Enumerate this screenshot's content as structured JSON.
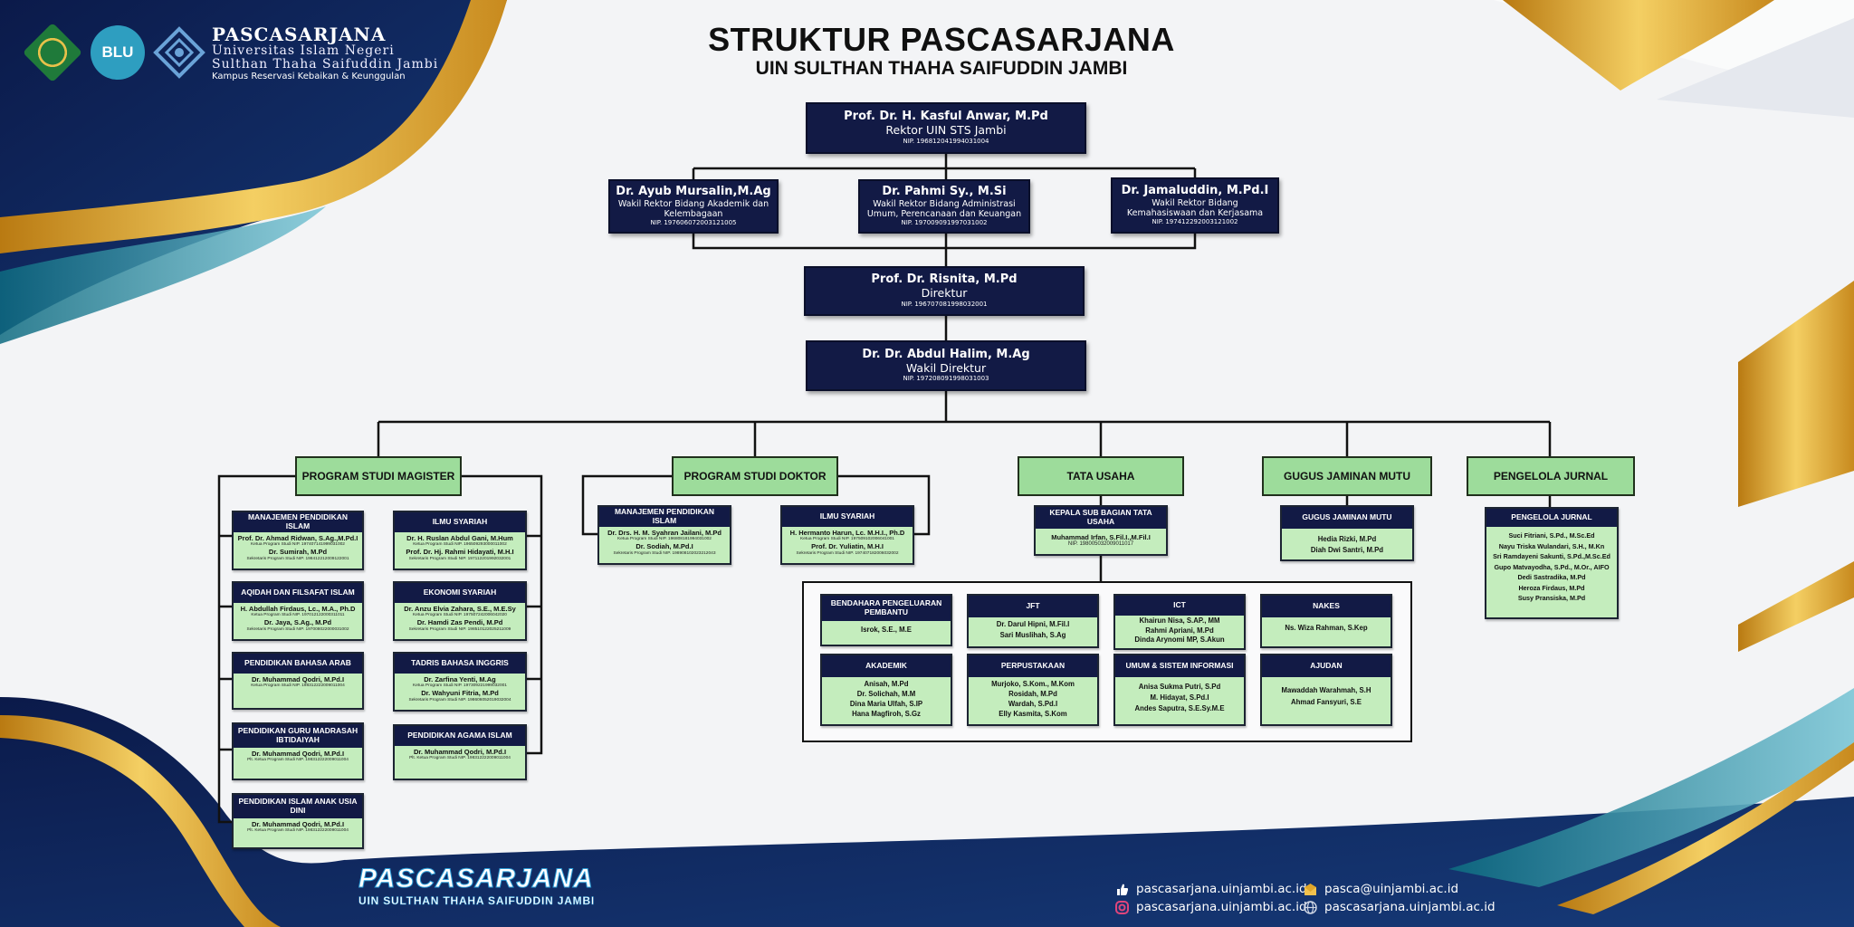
{
  "header": {
    "logo_line1": "PASCASARJANA",
    "logo_line2": "Universitas Islam Negeri",
    "logo_line3": "Sulthan Thaha Saifuddin Jambi",
    "logo_line4": "Kampus Reservasi Kebaikan & Keunggulan",
    "blu_text": "BLU",
    "title": "STRUKTUR PASCASARJANA",
    "subtitle": "UIN SULTHAN THAHA SAIFUDDIN JAMBI"
  },
  "leaders": {
    "rektor": {
      "name": "Prof. Dr. H. Kasful Anwar, M.Pd",
      "role": "Rektor UIN STS Jambi",
      "nip": "NIP. 196812041994031004"
    },
    "wr1": {
      "name": "Dr. Ayub Mursalin,M.Ag",
      "role": "Wakil Rektor Bidang Akademik dan Kelembagaan",
      "nip": "NIP. 197606072003121005"
    },
    "wr2": {
      "name": "Dr. Pahmi Sy., M.Si",
      "role": "Wakil Rektor Bidang Administrasi Umum, Perencanaan dan Keuangan",
      "nip": "NIP. 197009091997031002"
    },
    "wr3": {
      "name": "Dr. Jamaluddin, M.Pd.I",
      "role": "Wakil Rektor Bidang Kemahasiswaan dan Kerjasama",
      "nip": "NIP. 197412292003121002"
    },
    "direktur": {
      "name": "Prof. Dr. Risnita, M.Pd",
      "role": "Direktur",
      "nip": "NIP. 196707081998032001"
    },
    "wadir": {
      "name": "Dr. Dr. Abdul Halim, M.Ag",
      "role": "Wakil Direktur",
      "nip": "NIP. 197208091998031003"
    }
  },
  "units": {
    "magister": "PROGRAM STUDI MAGISTER",
    "doktor": "PROGRAM STUDI DOKTOR",
    "tata_usaha": "TATA USAHA",
    "gjm": "GUGUS JAMINAN MUTU",
    "jurnal": "PENGELOLA JURNAL"
  },
  "magister": [
    {
      "title": "MANAJEMEN PENDIDIKAN ISLAM",
      "p1": "Prof. Dr. Ahmad Ridwan, S.Ag.,M.Pd.I",
      "k1": "Ketua Program Studi        NIP. 197407141999031002",
      "p2": "Dr. Sumirah, M.Pd",
      "k2": "Sekretaris Program Studi     NIP. 198412212009122001"
    },
    {
      "title": "ILMU SYARIAH",
      "p1": "Dr. H. Ruslan Abdul Gani, M.Hum",
      "k1": "Ketua Program Studi        NIP. 196509293000011002",
      "p2": "Prof. Dr. Hj. Rahmi Hidayati, M.H.I",
      "k2": "Sekretaris Program Studi     NIP. 197112201992032001"
    },
    {
      "title": "AQIDAH DAN FILSAFAT ISLAM",
      "p1": "H. Abdullah Firdaus, Lc., M.A., Ph.D",
      "k1": "Ketua Program Studi        NIP. 197012122000311011",
      "p2": "Dr. Jaya, S.Ag., M.Pd",
      "k2": "Sekretaris Program Studi     NIP. 197008022000031002"
    },
    {
      "title": "EKONOMI SYARIAH",
      "p1": "Dr. Anzu Elvia Zahara, S.E., M.E.Sy",
      "k1": "Ketua Program Studi        NIP. 197507242006042020",
      "p2": "Dr. Hamdi Zas Pendi, M.Pd",
      "k2": "Sekretaris Program Studi     NIP. 198510122025211009"
    },
    {
      "title": "PENDIDIKAN BAHASA ARAB",
      "p1": "Dr. Muhammad Qodri, M.Pd.I",
      "k1": "Ketua Program Studi        NIP. 198312222009011004",
      "p2": "",
      "k2": ""
    },
    {
      "title": "TADRIS BAHASA INGGRIS",
      "p1": "Dr. Zarfina Yenti, M.Ag",
      "k1": "Ketua Program Studi        NIP. 197309221999032001",
      "p2": "Dr. Wahyuni Fitria, M.Pd",
      "k2": "Sekretaris Program Studi     NIP. 198606052019032004"
    },
    {
      "title": "PENDIDIKAN GURU MADRASAH IBTIDAIYAH",
      "p1": "Dr. Muhammad Qodri, M.Pd.I",
      "k1": "Plt. Ketua Program Studi     NIP. 198312222009011004",
      "p2": "",
      "k2": ""
    },
    {
      "title": "PENDIDIKAN AGAMA ISLAM",
      "p1": "Dr. Muhammad Qodri, M.Pd.I",
      "k1": "Plt. Ketua Program Studi     NIP. 198312222009011004",
      "p2": "",
      "k2": ""
    },
    {
      "title": "PENDIDIKAN ISLAM ANAK USIA DINI",
      "p1": "Dr. Muhammad Qodri, M.Pd.I",
      "k1": "Plt. Ketua Program Studi     NIP. 198312222009011004",
      "p2": "",
      "k2": ""
    }
  ],
  "doktor": [
    {
      "title": "MANAJEMEN PENDIDIKAN ISLAM",
      "p1": "Dr. Drs. H. M. Syahran Jailani, M.Pd",
      "k1": "Ketua Program Studi        NIP. 196808181994031002",
      "p2": "Dr. Sodiah, M.Pd.I",
      "k2": "Sekretaris Program Studi     NIP. 198908102023212043"
    },
    {
      "title": "ILMU SYARIAH",
      "p1": "H. Hermanto Harun, Lc. M.H.I., Ph.D",
      "k1": "Ketua Program Studi        NIP. 197509102006041001",
      "p2": "Prof. Dr. Yuliatin, M.H.I",
      "k2": "Sekretaris Program Studi     NIP. 197407182006032002"
    }
  ],
  "tata_usaha_head": {
    "title": "KEPALA SUB BAGIAN TATA USAHA",
    "name": "Muhammad Irfan, S.Fil.I.,M.Fil.I",
    "nip": "NIP. 198005032009011017"
  },
  "tata_usaha_units": [
    {
      "title": "BENDAHARA PENGELUARAN PEMBANTU",
      "names": [
        "Isrok, S.E., M.E"
      ]
    },
    {
      "title": "JFT",
      "names": [
        "Dr. Darul Hipni, M.Fil.I",
        "Sari Muslihah, S.Ag"
      ]
    },
    {
      "title": "ICT",
      "names": [
        "Khairun Nisa, S.AP., MM",
        "Rahmi Apriani, M.Pd",
        "Dinda Arynomi MP, S.Akun"
      ]
    },
    {
      "title": "NAKES",
      "names": [
        "Ns. Wiza Rahman, S.Kep"
      ]
    },
    {
      "title": "AKADEMIK",
      "names": [
        "Anisah, M.Pd",
        "Dr. Solichah, M.M",
        "Dina Maria Ulfah, S.IP",
        "Hana Magfiroh, S.Gz"
      ]
    },
    {
      "title": "PERPUSTAKAAN",
      "names": [
        "Murjoko, S.Kom., M.Kom",
        "Rosidah, M.Pd",
        "Wardah, S.Pd.I",
        "Elly Kasmita, S.Kom"
      ]
    },
    {
      "title": "UMUM & SISTEM INFORMASI",
      "names": [
        "Anisa Sukma Putri, S.Pd",
        "M. Hidayat, S.Pd.I",
        "Andes Saputra, S.E.Sy.M.E"
      ]
    },
    {
      "title": "AJUDAN",
      "names": [
        "Mawaddah Warahmah, S.H",
        "Ahmad Fansyuri, S.E"
      ]
    }
  ],
  "gjm_box": {
    "title": "GUGUS JAMINAN MUTU",
    "names": [
      "Hedia Rizki, M.Pd",
      "Diah Dwi Santri, M.Pd"
    ]
  },
  "jurnal_box": {
    "title": "PENGELOLA JURNAL",
    "names": [
      "Suci Fitriani, S.Pd., M.Sc.Ed",
      "Nayu Triska Wulandari, S.H., M.Kn",
      "Sri Ramdayeni Sakunti, S.Pd.,M.Sc.Ed",
      "Gupo Matvayodha, S.Pd., M.Or., AIFO",
      "Dedi Sastradika, M.Pd",
      "Heroza Firdaus, M.Pd",
      "Susy Pransiska, M.Pd"
    ]
  },
  "footer": {
    "brand": "PASCASARJANA",
    "brand_sub": "UIN SULTHAN THAHA SAIFUDDIN JAMBI",
    "facebook": "pascasarjana.uinjambi.ac.id",
    "instagram": "pascasarjana.uinjambi.ac.id",
    "email": "pasca@uinjambi.ac.id",
    "website": "pascasarjana.uinjambi.ac.id"
  },
  "colors": {
    "navy": "#121a45",
    "green": "#9ddc9b",
    "light_green": "#c4edbd",
    "gold": "#e2a93a"
  }
}
